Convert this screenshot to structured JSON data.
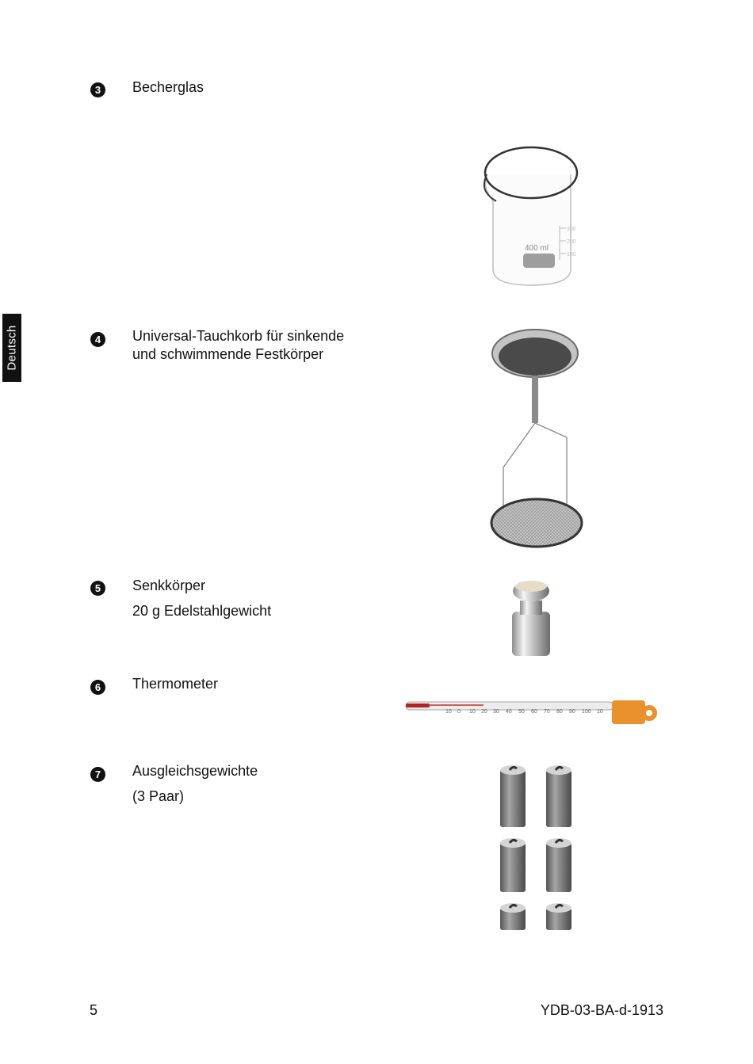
{
  "side_tab": "Deutsch",
  "items": [
    {
      "num": "3",
      "label": "Becherglas",
      "sub": "",
      "beaker_mark": "400 ml",
      "beaker_scale": [
        "300",
        "200",
        "100"
      ]
    },
    {
      "num": "4",
      "label": "Universal-Tauchkorb für sinkende und schwimmende Festkörper",
      "sub": ""
    },
    {
      "num": "5",
      "label": "Senkkörper",
      "sub": "20 g Edelstahlgewicht"
    },
    {
      "num": "6",
      "label": "Thermometer",
      "sub": "",
      "scale": [
        "10",
        "0",
        "10",
        "20",
        "30",
        "40",
        "50",
        "60",
        "70",
        "80",
        "90",
        "100",
        "10"
      ]
    },
    {
      "num": "7",
      "label": "Ausgleichsgewichte",
      "sub": "(3 Paar)"
    }
  ],
  "footer": {
    "page": "5",
    "doc_code": "YDB-03-BA-d-1913"
  }
}
